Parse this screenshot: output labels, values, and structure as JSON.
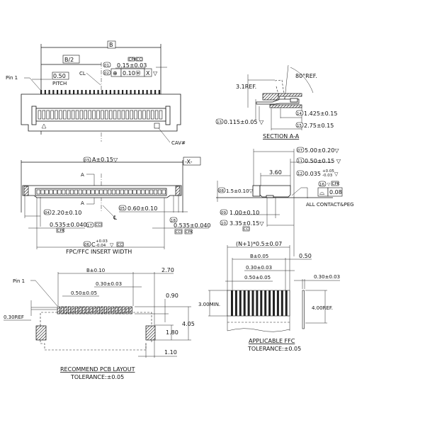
{
  "top_view": {
    "dim_B": "B",
    "dim_B_half": "B/2",
    "pin1": "Pin 1",
    "pitch_value": "0.50",
    "pitch_label": "PITCH",
    "centerline": "CL",
    "note_01_id": "01",
    "note_01": "0.15±0.03",
    "badges": [
      "CPK",
      "CCI"
    ],
    "note_02_id": "02",
    "position_symbol": "⊕",
    "position_tol": "0.10Ⓜ",
    "datum": "X",
    "inspect_mark": "▽",
    "cavity": "CAV#"
  },
  "section_aa": {
    "angle": "80°REF.",
    "height_ref": "3.1REF.",
    "note_14_id": "14",
    "note_14": "1.425±0.15",
    "note_15_id": "15",
    "note_15": "2.75±0.15",
    "note_13_id": "13",
    "note_13": "0.115±0.05 ▽",
    "title": "SECTION A-A"
  },
  "front_view": {
    "note_03_id": "03",
    "dim_A": "A±0.15▽",
    "datum_X": "-X-",
    "section_mark": "A",
    "note_04_id": "04",
    "note_04": "2.20±0.10",
    "note_05_id": "05",
    "note_05": "0.60±0.10",
    "center": "℄",
    "left_0535": "0.535±0.040",
    "note_17_id": "17",
    "note_18_id": "18",
    "right_0535": "0.535±0.040",
    "badge_cpk": "CPK",
    "badge_cci": "CCI",
    "note_06_id": "06",
    "dim_C": "C",
    "dim_C_upper": "+0.03",
    "dim_C_lower": "-0.04",
    "dim_C_mark": "▽",
    "insert_width": "FPC/FFC INSERT WIDTH"
  },
  "side_view": {
    "note_07_id": "07",
    "note_07": "5.00±0.20▽",
    "note_11_id": "11",
    "note_11": "0.50±0.15 ▽",
    "dim_360": "3.60",
    "note_12_id": "12",
    "note_12": "0.035",
    "note_12_upper": "+0.05",
    "note_12_lower": "-0.03",
    "note_12_mark": "▽",
    "note_16_id": "16",
    "profile_symbol": "⌓",
    "profile_tol": "0.08",
    "all_contact": "ALL CONTACT&PEG",
    "note_08_id": "08",
    "note_08": "1.5±0.10▽",
    "note_09_id": "09",
    "note_09": "1.00±0.10",
    "note_10_id": "10",
    "note_10": "3.35±0.15▽"
  },
  "pcb_layout": {
    "pin1": "Pin 1",
    "dim_B": "B±0.10",
    "dim_270": "2.70",
    "dim_030": "0.30±0.03",
    "dim_050": "0.50±0.05",
    "dim_090": "0.90",
    "dim_030ref": "0.30REF",
    "dim_405": "4.05",
    "dim_180": "1.80",
    "dim_110": "1.10",
    "title": "RECOMMEND PCB LAYOUT",
    "tolerance": "TOLERANCE:±0.05"
  },
  "ffc": {
    "dim_total": "(N+1)*0.5±0.07",
    "dim_B": "B±0.05",
    "dim_050": "0.50",
    "dim_030": "0.30±0.03",
    "dim_050b": "0.50±0.05",
    "dim_thick": "0.30±0.03",
    "dim_300min": "3.00MIN.",
    "dim_400ref": "4.00REF.",
    "title": "APPLICABLE FFC",
    "tolerance": "TOLERANCE:±0.05"
  }
}
